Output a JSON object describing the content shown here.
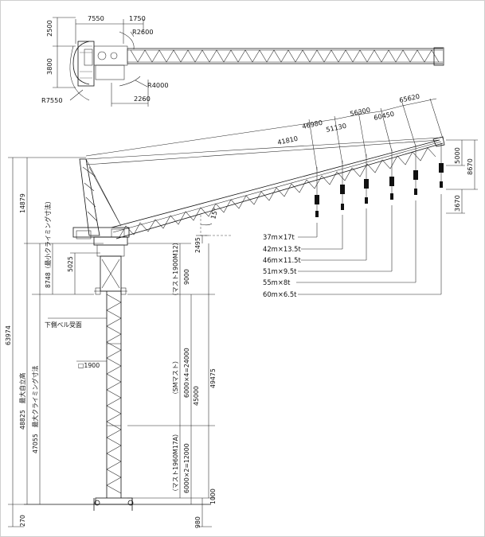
{
  "top_view": {
    "dims": [
      "7550",
      "1750",
      "2500",
      "R2600",
      "3800",
      "R4000",
      "R7550",
      "2260"
    ]
  },
  "boom_radius_dims": [
    "41810",
    "46980",
    "51130",
    "56300",
    "60450",
    "65620"
  ],
  "right_height_dims": [
    "5000",
    "8670",
    "3670"
  ],
  "angle": "15°",
  "left_dims": {
    "total": "63974",
    "upper": "14879",
    "height_label": "48825　最大自立高",
    "climb_label": "47055　最大クライミング寸法",
    "bottom": "270"
  },
  "inner_dims": {
    "min_climb_label": "8748（最小クライミング寸法）",
    "d5025": "5025",
    "d2495": "2495",
    "lower_bell": "下側ベル受面",
    "mast_size": "□1900",
    "mast_m12_label": "（マスト1900M12）",
    "d9000": "9000",
    "sm_mast_label": "（SMマスト）",
    "sm_mast_calc": "6000×4=24000",
    "d45000": "45000",
    "mast_m17a_label": "（マスト1960M17A）",
    "mast_m17a_calc": "6000×2=12000",
    "d49475": "49475",
    "d1000": "1000",
    "d980": "980"
  },
  "loads": [
    "37m×17t",
    "42m×13.5t",
    "46m×11.5t",
    "51m×9.5t",
    "55m×8t",
    "60m×6.5t"
  ]
}
